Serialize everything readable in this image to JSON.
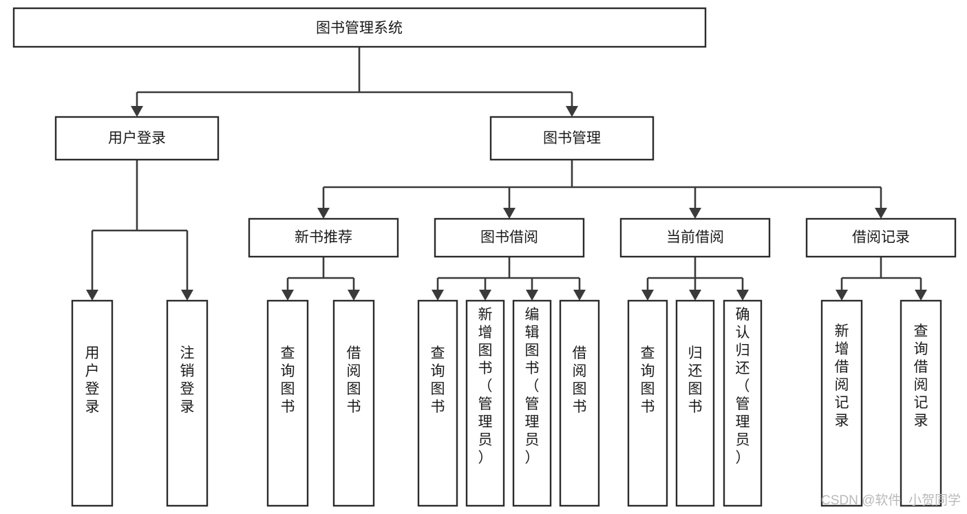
{
  "diagram": {
    "title": "图书管理系统",
    "type": "hierarchy-tree",
    "orientation": "top-down",
    "colors": {
      "box_stroke": "#2b2b2b",
      "box_fill": "#ffffff",
      "connector": "#3a3a3a",
      "text": "#1b1b1b",
      "watermark": "#b9b9b9",
      "background": "#ffffff"
    },
    "root": {
      "label": "图书管理系统",
      "orientation": "horizontal"
    },
    "level2": [
      {
        "label": "用户登录",
        "orientation": "horizontal"
      },
      {
        "label": "图书管理",
        "orientation": "horizontal"
      }
    ],
    "level3": [
      {
        "label": "新书推荐",
        "orientation": "horizontal"
      },
      {
        "label": "图书借阅",
        "orientation": "horizontal"
      },
      {
        "label": "当前借阅",
        "orientation": "horizontal"
      },
      {
        "label": "借阅记录",
        "orientation": "horizontal"
      }
    ],
    "leaves": {
      "user_login": [
        {
          "label": "用户登录",
          "orientation": "vertical"
        },
        {
          "label": "注销登录",
          "orientation": "vertical"
        }
      ],
      "new_book_recommend": [
        {
          "label": "查询图书",
          "orientation": "vertical"
        },
        {
          "label": "借阅图书",
          "orientation": "vertical"
        }
      ],
      "book_borrow": [
        {
          "label": "查询图书",
          "orientation": "vertical"
        },
        {
          "label": "新增图书（管理员）",
          "orientation": "vertical"
        },
        {
          "label": "编辑图书（管理员）",
          "orientation": "vertical"
        },
        {
          "label": "借阅图书",
          "orientation": "vertical"
        }
      ],
      "current_borrow": [
        {
          "label": "查询图书",
          "orientation": "vertical"
        },
        {
          "label": "归还图书",
          "orientation": "vertical"
        },
        {
          "label": "确认归还（管理员）",
          "orientation": "vertical"
        }
      ],
      "borrow_record": [
        {
          "label": "新增借阅记录",
          "orientation": "vertical"
        },
        {
          "label": "查询借阅记录",
          "orientation": "vertical"
        }
      ]
    }
  },
  "watermark": {
    "text": "CSDN @软件_小贺同学"
  }
}
